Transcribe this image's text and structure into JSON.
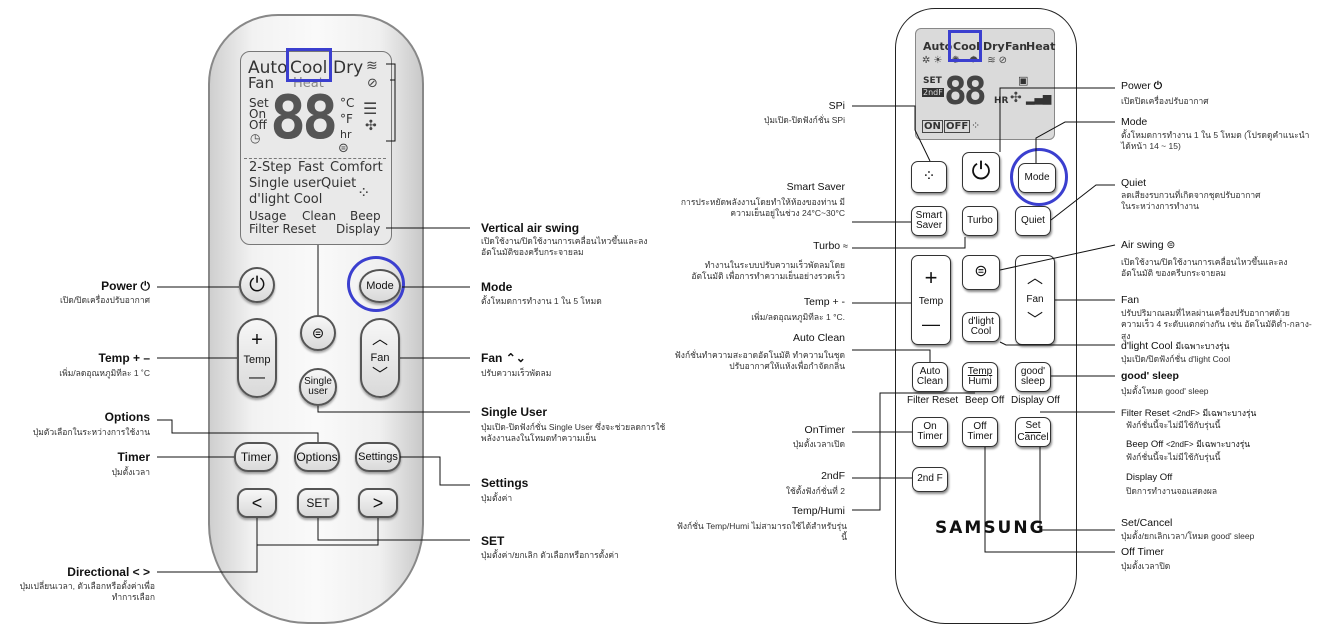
{
  "left": {
    "lcd": {
      "mode_row1": [
        "Auto",
        "Cool",
        "Dry"
      ],
      "mode_row2": [
        "Fan",
        "Heat"
      ],
      "set_labels": [
        "Set",
        "On",
        "Off"
      ],
      "digits": "88",
      "units": [
        "°C",
        "°F",
        "hr"
      ],
      "row_a": [
        "2-Step",
        "Fast",
        "Comfort"
      ],
      "row_b": [
        "Single user",
        "Quiet"
      ],
      "row_c": [
        "d'light Cool"
      ],
      "row_d": [
        "Usage",
        "Clean",
        "Beep"
      ],
      "row_e": [
        "Filter Reset",
        "Display"
      ]
    },
    "buttons": {
      "mode": "Mode",
      "temp": "Temp",
      "fan": "Fan",
      "single_user_1": "Single",
      "single_user_2": "user",
      "timer": "Timer",
      "options": "Options",
      "settings": "Settings",
      "set": "SET",
      "plus": "+",
      "minus": "—",
      "prev": "<",
      "next": ">"
    },
    "annotations": {
      "vertical_air_swing": {
        "title": "Vertical air swing",
        "desc": "เปิดใช้งาน/ปิดใช้งานการเคลื่อนไหวขึ้นและลง อัตโนมัติของครีบกระจายลม"
      },
      "mode": {
        "title": "Mode",
        "desc": "ตั้งโหมดการทำงาน 1 ใน 5 โหมด"
      },
      "fan": {
        "title": "Fan",
        "desc": "ปรับความเร็วพัดลม"
      },
      "single_user": {
        "title": "Single User",
        "desc": "ปุ่มเปิด-ปิดฟังก์ชั่น Single User ซึ่งจะช่วยลดการใช้ พลังงานลงในโหมดทำความเย็น"
      },
      "settings": {
        "title": "Settings",
        "desc": "ปุ่มตั้งค่า"
      },
      "set": {
        "title": "SET",
        "desc": "ปุ่มตั้งค่า/ยกเลิก ตัวเลือกหรือการตั้งค่า"
      },
      "power": {
        "title": "Power",
        "desc": "เปิด/ปิดเครื่องปรับอากาศ"
      },
      "temp": {
        "title": "Temp + –",
        "desc": "เพิ่ม/ลดอุณหภูมิทีละ 1 ˚C"
      },
      "options": {
        "title": "Options",
        "desc": "ปุ่มตัวเลือกในระหว่างการใช้งาน"
      },
      "timer": {
        "title": "Timer",
        "desc": "ปุ่มตั้งเวลา"
      },
      "directional": {
        "title": "Directional < >",
        "desc": "ปุ่มเปลี่ยนเวลา, ตัวเลือกหรือตั้งค่าเพื่อ ทำการเลือก"
      }
    }
  },
  "right": {
    "lcd": {
      "modes": [
        "Auto",
        "Cool",
        "Dry",
        "Fan",
        "Heat"
      ],
      "set": "SET",
      "second": "2ndF",
      "digits": "88",
      "hr": "HR",
      "on": "ON",
      "off": "OFF"
    },
    "buttons": {
      "mode": "Mode",
      "smart_saver_1": "Smart",
      "smart_saver_2": "Saver",
      "turbo": "Turbo",
      "quiet": "Quiet",
      "temp": "Temp",
      "plus": "+",
      "minus": "—",
      "fan": "Fan",
      "dlight_1": "d'light",
      "dlight_2": "Cool",
      "auto_clean_1": "Auto",
      "auto_clean_2": "Clean",
      "temp_humi_1": "Temp",
      "temp_humi_2": "Humi",
      "good_sleep_1": "good'",
      "good_sleep_2": "sleep",
      "on_timer_1": "On",
      "on_timer_2": "Timer",
      "off_timer_1": "Off",
      "off_timer_2": "Timer",
      "set_cancel_1": "Set",
      "set_cancel_2": "Cancel",
      "second_f": "2nd F"
    },
    "sublabels": {
      "filter_reset": "Filter Reset",
      "beep_off": "Beep Off",
      "display_off": "Display Off"
    },
    "brand": "SAMSUNG",
    "annotations": {
      "spi": {
        "title": "SPi",
        "desc": "ปุ่มเปิด-ปิดฟังก์ชั่น SPi"
      },
      "smart_saver": {
        "title": "Smart Saver",
        "desc": "การประหยัดพลังงานโดยทำให้ห้องของท่าน มีความเย็นอยู่ในช่วง 24°C~30°C"
      },
      "turbo": {
        "title": "Turbo",
        "desc": "ทำงานในระบบปรับความเร็วพัดลมโดยอัตโนมัติ เพื่อการทำความเย็นอย่างรวดเร็ว"
      },
      "temp": {
        "title": "Temp + -",
        "desc": "เพิ่ม/ลดอุณหภูมิทีละ 1 °C."
      },
      "auto_clean": {
        "title": "Auto Clean",
        "desc": "ฟังก์ชั่นทำความสะอาดอัตโนมัติ ทำความในชุดปรับอากาศให้แห้งเพื่อกำจัดกลิ่น"
      },
      "on_timer": {
        "title": "OnTimer",
        "desc": "ปุ่มตั้งเวลาเปิด"
      },
      "second_f": {
        "title": "2ndF",
        "desc": "ใช้ตั้งฟังก์ชั่นที่ 2"
      },
      "temp_humi": {
        "title": "Temp/Humi",
        "desc": "ฟังก์ชั่น Temp/Humi ไม่สามารถใช้ได้สำหรับรุ่นนี้"
      },
      "power": {
        "title": "Power",
        "desc": "เปิดปิดเครื่องปรับอากาศ"
      },
      "mode": {
        "title": "Mode",
        "desc": "ตั้งโหมดการทำงาน 1 ใน 5 โหมด (โปรดดูคำแนะนำได้หน้า 14 ~ 15)"
      },
      "quiet": {
        "title": "Quiet",
        "desc": "ลดเสียงรบกวนที่เกิดจากชุดปรับอากาศ ในระหว่างการทำงาน"
      },
      "air_swing": {
        "title": "Air swing",
        "desc": "เปิดใช้งาน/ปิดใช้งานการเคลื่อนไหวขึ้นและลงอัตโนมัติ ของครีบกระจายลม"
      },
      "fan": {
        "title": "Fan",
        "desc": "ปรับปริมาณลมที่ไหลผ่านเครื่องปรับอากาศด้วยความเร็ว 4 ระดับแตกต่างกัน เช่น อัตโนมัติต่ำ-กลาง-สูง"
      },
      "dlight": {
        "title": "d'light Cool",
        "title_note": "มีเฉพาะบางรุ่น",
        "desc": "ปุ่มเปิด/ปิดฟังก์ชั่น d'light Cool"
      },
      "good_sleep": {
        "title": "good' sleep",
        "desc": "ปุ่มตั้งโหมด good' sleep"
      },
      "filter_reset": {
        "title": "Filter Reset",
        "tag": "<2ndF>",
        "note": "มีเฉพาะบางรุ่น",
        "desc": "ฟังก์ชั่นนี้จะไม่มีใช้กับรุ่นนี้"
      },
      "beep_off": {
        "title": "Beep Off",
        "tag": "<2ndF>",
        "note": "มีเฉพาะบางรุ่น",
        "desc": "ฟังก์ชั่นนี้จะไม่มีใช้กับรุ่นนี้"
      },
      "display_off": {
        "title": "Display Off",
        "desc": "ปิดการทำงานจอแสดงผล"
      },
      "set_cancel": {
        "title": "Set/Cancel",
        "desc": "ปุ่มตั้ง/ยกเลิกเวลา/โหมด good' sleep"
      },
      "off_timer": {
        "title": "Off Timer",
        "desc": "ปุ่มตั้งเวลาปิด"
      }
    }
  },
  "colors": {
    "highlight": "#3b3fcf",
    "line": "#111111"
  }
}
